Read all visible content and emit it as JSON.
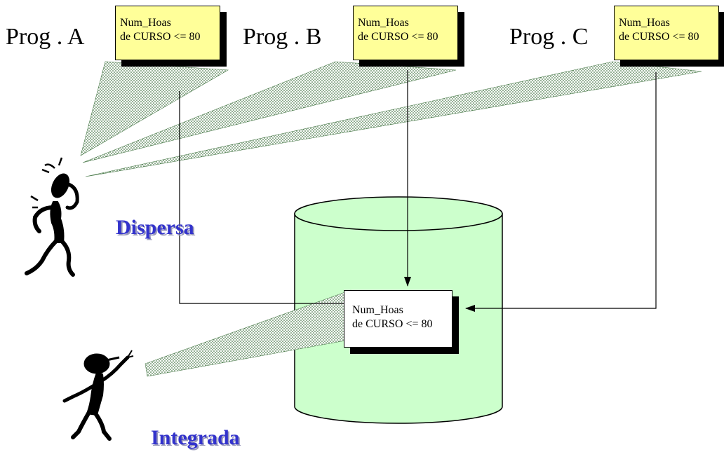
{
  "programs": [
    {
      "label": "Prog . A",
      "rule_line1": "Num_Hoas",
      "rule_line2": "de CURSO <= 80"
    },
    {
      "label": "Prog . B",
      "rule_line1": "Num_Hoas",
      "rule_line2": "de CURSO <= 80"
    },
    {
      "label": "Prog . C",
      "rule_line1": "Num_Hoas",
      "rule_line2": "de CURSO <= 80"
    }
  ],
  "database_rule": {
    "line1": "Num_Hoas",
    "line2": "de CURSO <= 80"
  },
  "captions": {
    "dispersed": "Dispersa",
    "integrated": "Integrada"
  },
  "colors": {
    "program_box": "#ffff99",
    "database_fill": "#ccffcc",
    "caption_text": "#3333cc",
    "beam_dots": "#1e5a1e"
  },
  "icons": [
    "confused-person-icon",
    "happy-person-icon",
    "database-cylinder-icon"
  ]
}
